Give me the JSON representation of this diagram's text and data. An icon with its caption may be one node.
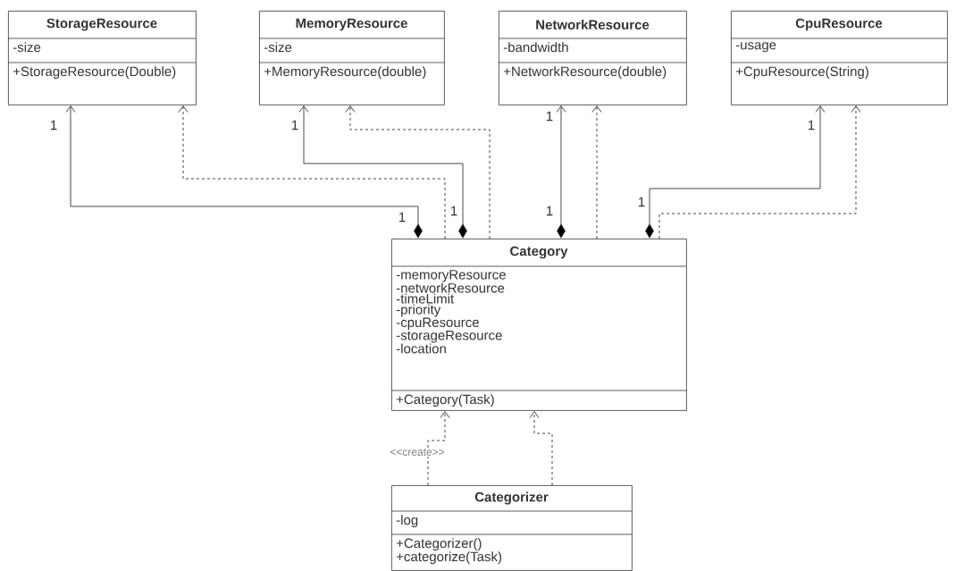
{
  "diagram": {
    "nodes": [
      {
        "text": [
          "StorageResource",
          "-size",
          "+StorageResource(Double)"
        ]
      },
      {
        "text": [
          "MemoryResource",
          "-size",
          "+MemoryResource(double)"
        ]
      },
      {
        "text": [
          "NetworkResource",
          "-bandwidth",
          "+NetworkResource(double)"
        ]
      },
      {
        "text": [
          "CpuResource",
          "-usage",
          "+CpuResource(String)"
        ]
      },
      {
        "text": [
          "Category",
          "-memoryResource -networkResource -timeLimit -priority -cpuResource -storageResource -location",
          "+Category(Task)"
        ]
      },
      {
        "text": [
          "Categorizer",
          "-log",
          "+Categorizer() +categorize(Task)"
        ]
      }
    ],
    "edges": [
      {
        "from": 4,
        "to": 0,
        "arrow": "to"
      },
      {
        "from": 4,
        "to": 0,
        "arrow": "to",
        "style": "dashed"
      },
      {
        "from": 4,
        "to": 1,
        "arrow": "to"
      },
      {
        "from": 4,
        "to": 1,
        "arrow": "to",
        "style": "dashed"
      },
      {
        "from": 4,
        "to": 2,
        "arrow": "to"
      },
      {
        "from": 4,
        "to": 2,
        "arrow": "to",
        "style": "dashed"
      },
      {
        "from": 4,
        "to": 3,
        "arrow": "to"
      },
      {
        "from": 4,
        "to": 3,
        "arrow": "to",
        "style": "dashed"
      },
      {
        "from": 5,
        "to": 4,
        "arrow": "to",
        "style": "dashed",
        "label": "<<create>>"
      },
      {
        "from": 5,
        "to": 4,
        "arrow": "to",
        "style": "dashed"
      }
    ],
    "labels": [
      "1",
      "1",
      "1",
      "1",
      "1",
      "1",
      "1",
      "1"
    ]
  }
}
